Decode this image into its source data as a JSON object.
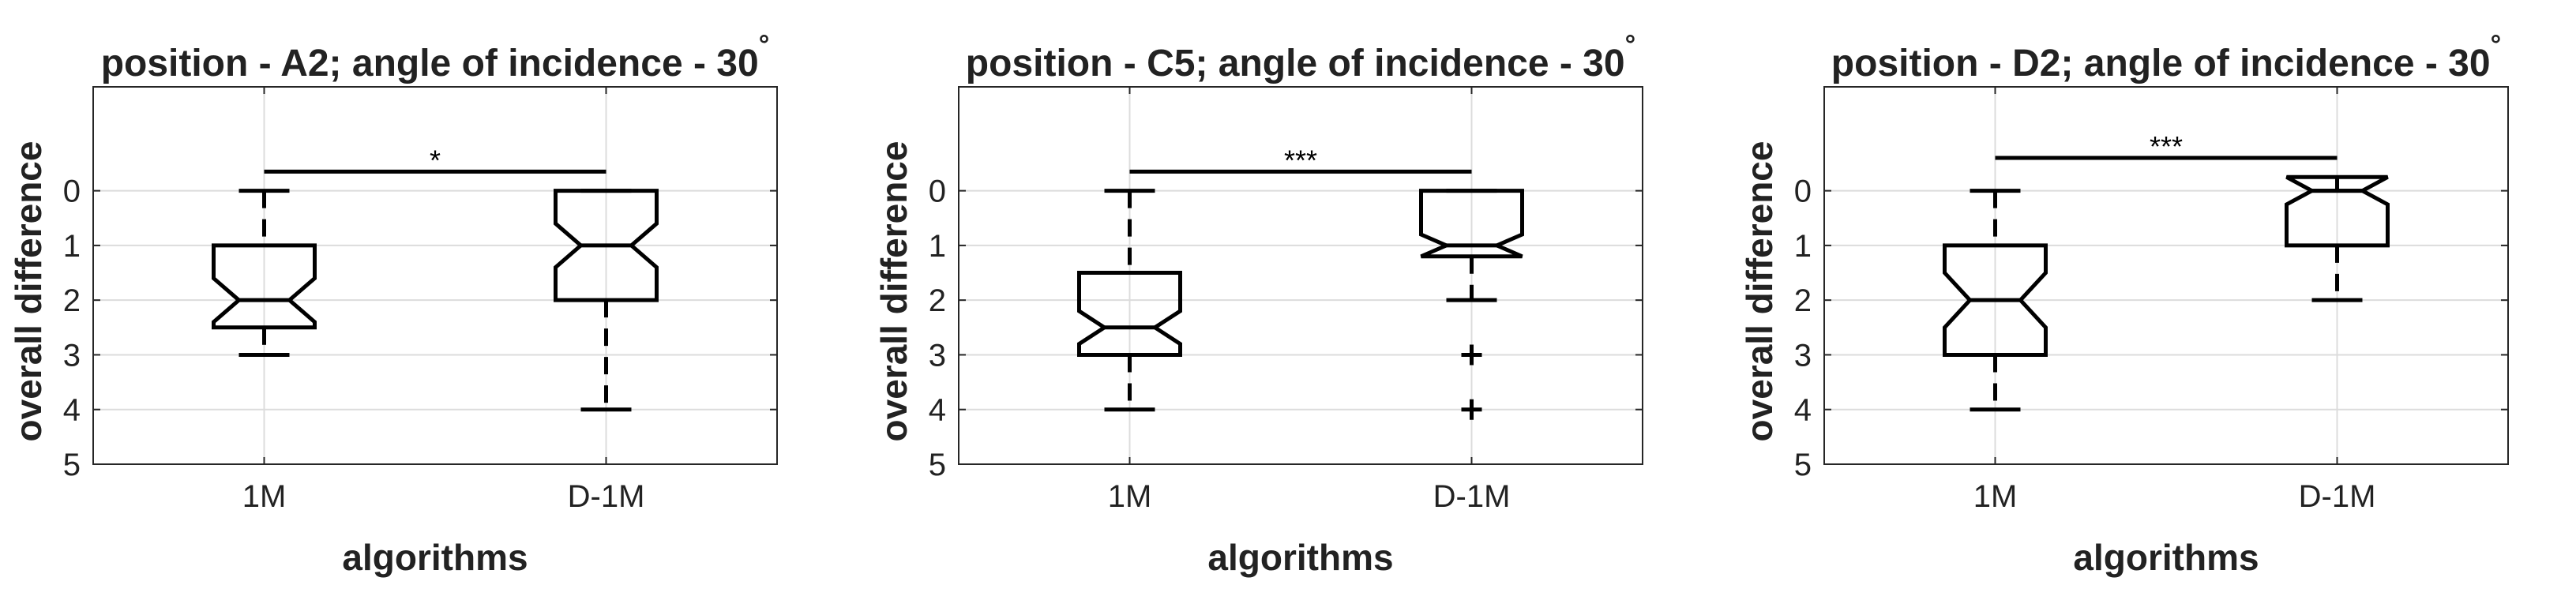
{
  "chart_data": [
    {
      "type": "box",
      "title": "position - A2; angle of incidence - 30",
      "title_superscript": "°",
      "xlabel": "algorithms",
      "ylabel": "overall difference",
      "categories": [
        "1M",
        "D-1M"
      ],
      "ylim": [
        -1.9,
        5
      ],
      "y_reversed": true,
      "yticks": [
        "0",
        "1",
        "2",
        "3",
        "4",
        "5"
      ],
      "grid": true,
      "notched": true,
      "boxes": [
        {
          "category": "1M",
          "whisker_low": 0,
          "q1": 1,
          "median": 2,
          "q3": 2.5,
          "whisker_high": 3,
          "notch": [
            1.6,
            2.4
          ],
          "outliers": []
        },
        {
          "category": "D-1M",
          "whisker_low": 0,
          "q1": 0,
          "median": 1,
          "q3": 2,
          "whisker_high": 4,
          "notch": [
            0.6,
            1.4
          ],
          "outliers": []
        }
      ],
      "significance": {
        "label": "*",
        "from": "1M",
        "to": "D-1M",
        "y": -0.35
      }
    },
    {
      "type": "box",
      "title": "position - C5; angle of incidence - 30",
      "title_superscript": "°",
      "xlabel": "algorithms",
      "ylabel": "overall difference",
      "categories": [
        "1M",
        "D-1M"
      ],
      "ylim": [
        -1.9,
        5
      ],
      "y_reversed": true,
      "yticks": [
        "0",
        "1",
        "2",
        "3",
        "4",
        "5"
      ],
      "grid": true,
      "notched": true,
      "boxes": [
        {
          "category": "1M",
          "whisker_low": 0,
          "q1": 1.5,
          "median": 2.5,
          "q3": 3,
          "whisker_high": 4,
          "notch": [
            2.2,
            2.8
          ],
          "outliers": []
        },
        {
          "category": "D-1M",
          "whisker_low": 0,
          "q1": 0,
          "median": 1,
          "q3": 1.2,
          "whisker_high": 2,
          "notch": [
            0.8,
            1.2
          ],
          "outliers": [
            3,
            4
          ]
        }
      ],
      "significance": {
        "label": "***",
        "from": "1M",
        "to": "D-1M",
        "y": -0.35
      }
    },
    {
      "type": "box",
      "title": "position - D2; angle of incidence - 30",
      "title_superscript": "°",
      "xlabel": "algorithms",
      "ylabel": "overall difference",
      "categories": [
        "1M",
        "D-1M"
      ],
      "ylim": [
        -1.9,
        5
      ],
      "y_reversed": true,
      "yticks": [
        "0",
        "1",
        "2",
        "3",
        "4",
        "5"
      ],
      "grid": true,
      "notched": true,
      "boxes": [
        {
          "category": "1M",
          "whisker_low": 0,
          "q1": 1,
          "median": 2,
          "q3": 3,
          "whisker_high": 4,
          "notch": [
            1.5,
            2.5
          ],
          "outliers": []
        },
        {
          "category": "D-1M",
          "whisker_low": 0,
          "q1": -0.25,
          "median": 0,
          "q3": 1,
          "whisker_high": 2,
          "notch": [
            -0.25,
            0.25
          ],
          "outliers": []
        }
      ],
      "significance": {
        "label": "***",
        "from": "1M",
        "to": "D-1M",
        "y": -0.6
      }
    }
  ]
}
